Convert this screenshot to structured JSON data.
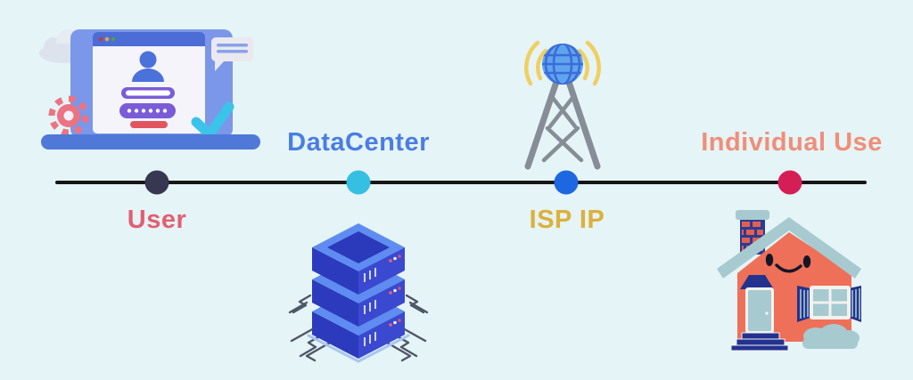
{
  "background_color": "#e5f4f6",
  "timeline": {
    "line_color": "#161616",
    "nodes": [
      {
        "id": "user",
        "label": "User",
        "label_color": "#e25f72",
        "dot_color": "#373752",
        "label_position": "below-line",
        "illustration": "laptop-login",
        "illustration_position": "above-line"
      },
      {
        "id": "datacenter",
        "label": "DataCenter",
        "label_color": "#4a7de4",
        "dot_color": "#35bfe2",
        "label_position": "above-line",
        "illustration": "server-stack",
        "illustration_position": "below-line"
      },
      {
        "id": "isp-ip",
        "label": "ISP IP",
        "label_color": "#ddb03c",
        "dot_color": "#1d67e0",
        "label_position": "below-line",
        "illustration": "radio-tower-globe",
        "illustration_position": "above-line"
      },
      {
        "id": "individual-use",
        "label": "Individual Use",
        "label_color": "#f08e79",
        "dot_color": "#d61e56",
        "label_position": "above-line",
        "illustration": "house",
        "illustration_position": "below-line"
      }
    ]
  }
}
